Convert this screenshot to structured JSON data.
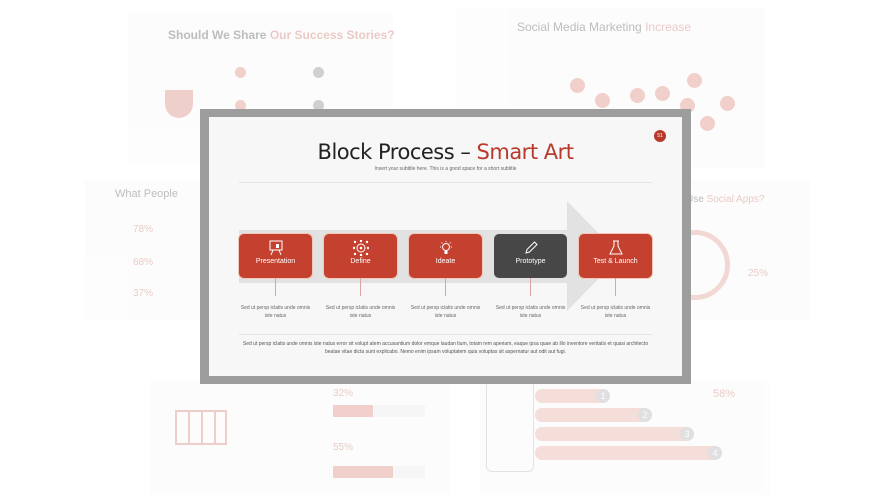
{
  "main_slide": {
    "title": "Block Process –",
    "title_accent": "Smart Art",
    "subtitle": "Insert your subtitle here. This is a good space for a short subtitle",
    "slide_number": "51",
    "accent_color": "#c44130",
    "steps": [
      {
        "label": "Presentation",
        "icon": "presentation-board-icon",
        "caption": "Sed ut persp iclatis unde omnis iste natus"
      },
      {
        "label": "Define",
        "icon": "network-target-icon",
        "caption": "Sed ut persp iclatis unde omnis iste natus"
      },
      {
        "label": "Ideate",
        "icon": "lightbulb-icon",
        "caption": "Sed ut persp iclatis unde omnis iste natus"
      },
      {
        "label": "Prototype",
        "icon": "pencil-icon",
        "caption": "Sed ut persp iclatis unde omnis iste natus"
      },
      {
        "label": "Test & Launch",
        "icon": "flask-icon",
        "caption": "Sed ut persp iclatis unde omnis iste natus"
      }
    ],
    "paragraph": "Sed ut persp iclatis unde omnis iste natus error sit volupt atem accusantium dolor emque laudan tium, totam rem aperiam, eaque ipsa quae ab illo inventore veritatis et quasi architecto beatae vitae dicta sunt explicabo. Nemo enim ipsam voluptatem quia voluptas sit aspernatur aut odit aut fugi."
  },
  "bg_slides": {
    "success": {
      "title": "Should We Share",
      "title_accent": "Our Success Stories?"
    },
    "social": {
      "title": "Social Media Marketing",
      "title_accent": "Increase"
    },
    "people": {
      "title": "What People",
      "stats": [
        "78%",
        "68%",
        "37%"
      ]
    },
    "apps": {
      "title": "Use",
      "title_accent": "Social Apps?",
      "stat": "25%"
    },
    "shopping": {
      "stats": [
        "32%",
        "55%"
      ],
      "progress": [
        0.44,
        0.65
      ]
    },
    "mobile": {
      "steps": [
        "1",
        "2",
        "3",
        "4"
      ],
      "stat": "58%"
    }
  }
}
